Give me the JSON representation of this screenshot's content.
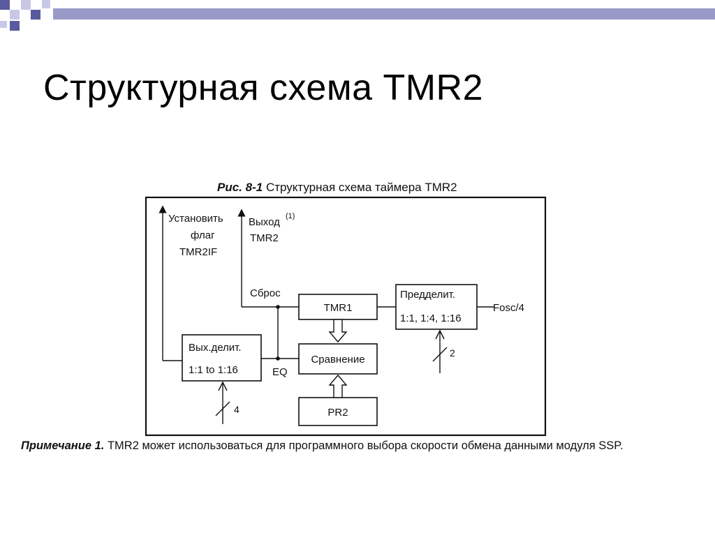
{
  "slide": {
    "title": "Структурная схема TMR2",
    "decor_colors": {
      "purple": "#5a5a9e",
      "light": "#c8c8e6",
      "bar": "#9a9ac8"
    }
  },
  "figure": {
    "number": "Рис. 8-1",
    "caption": "Структурная схема таймера TMR2"
  },
  "blocks": {
    "tmr1": "TMR1",
    "compare": "Сравнение",
    "pr2": "PR2",
    "prescaler_line1": "Предделит.",
    "prescaler_line2": "1:1, 1:4, 1:16",
    "postscaler_line1": "Вых.делит.",
    "postscaler_line2": "1:1  to  1:16"
  },
  "labels": {
    "set_flag_1": "Установить",
    "set_flag_2": "флаг",
    "set_flag_3": "TMR2IF",
    "output_1": "Выход",
    "output_sup": "(1)",
    "output_2": "TMR2",
    "reset": "Сброс",
    "eq": "EQ",
    "fosc": "Fosc/4",
    "bus_prescaler": "2",
    "bus_postscaler": "4"
  },
  "note": {
    "label": "Примечание 1.",
    "text": "TMR2 может использоваться для программного выбора скорости обмена данными модуля SSP."
  }
}
